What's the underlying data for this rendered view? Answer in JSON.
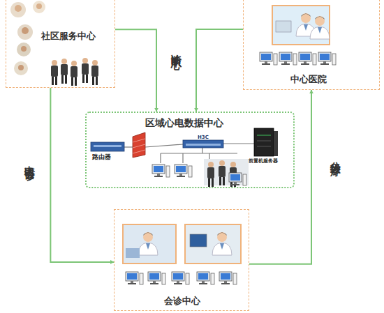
{
  "diagram": {
    "nodes": [
      {
        "text": [
          "社区服务中心"
        ]
      },
      {
        "text": [
          "中心医院"
        ]
      },
      {
        "text": [
          "区域心电数据中心"
        ]
      },
      {
        "text": [
          "会诊中心"
        ]
      }
    ],
    "edges": [
      {
        "from": 0,
        "to": 2,
        "arrow": "to"
      },
      {
        "from": 1,
        "to": 2,
        "arrow": "to"
      },
      {
        "from": 0,
        "to": 3,
        "arrow": "to",
        "label": "申请会诊"
      },
      {
        "from": 3,
        "to": 1,
        "arrow": "to",
        "label": "分级诊疗"
      }
    ],
    "labels": [
      "诊断中心",
      "路由器",
      "H3C",
      "前置机服务器"
    ]
  }
}
